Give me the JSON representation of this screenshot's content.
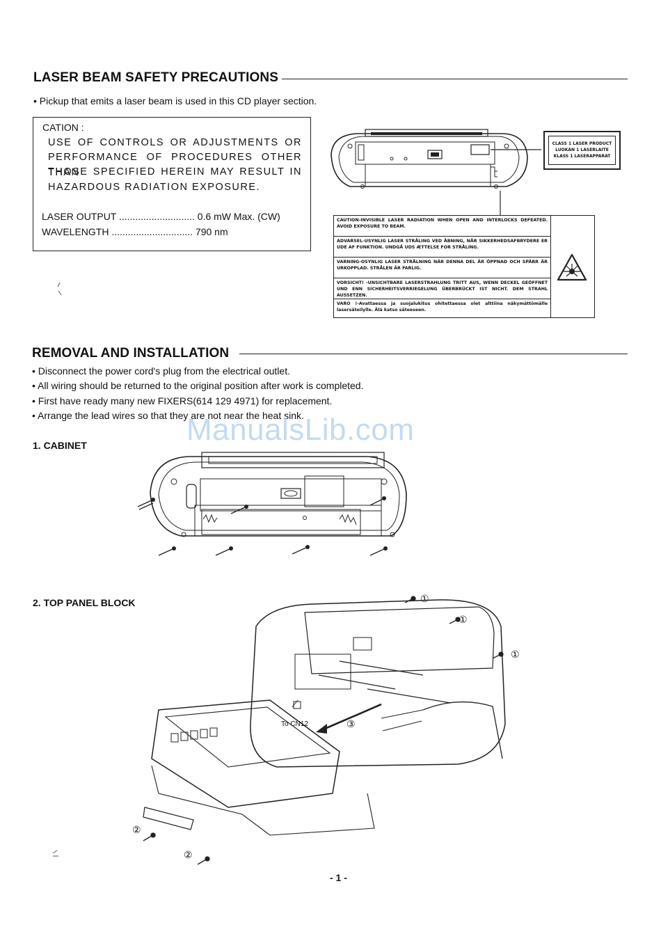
{
  "laser": {
    "title": "LASER BEAM SAFETY PRECAUTIONS",
    "intro": "• Pickup that emits a laser beam is used in this CD player section.",
    "caution_box": {
      "heading": "CATION :",
      "lines": [
        "USE OF CONTROLS OR ADJUSTMENTS OR",
        "PERFORMANCE OF PROCEDURES OTHER THAN",
        "THOSE SPECIFIED HEREIN MAY RESULT IN",
        "HAZARDOUS RADIATION EXPOSURE."
      ],
      "specs": [
        {
          "label": "LASER OUTPUT ............................",
          "value": "0.6 mW Max. (CW)"
        },
        {
          "label": "WAVELENGTH ..............................",
          "value": "790 nm"
        }
      ]
    },
    "label_sticker": [
      "CLASS 1 LASER PRODUCT",
      "LUOKAN 1 LASERLAITE",
      "KLASS 1 LASERAPPARAT"
    ],
    "warning_table": [
      "CAUTION-INVISIBLE LASER RADIATION WHEN OPEN AND INTERLOCKS DEFEATED. AVOID EXPOSURE TO BEAM.",
      "ADVARSEL-USYNLIG LASER STRÅLING VED ÅBNING, NÅR SIKKERHEDSAFBRYDERE ER UDE AF FUNKTION. UNDGÅ UDS ÆTTELSE FOR STRÅLING.",
      "VARNING-OSYNLIG LASER STRÅLNING NÄR DENNA DEL ÄR ÖPPNAD OCH SPÄRR ÄR URKOPPLAD. STRÅLEN ÄR FARLIG.",
      "VORSICHT! -UNSICHTBARE LASERSTRAHLUNG TRITT AUS, WENN DECKEL GEÖFFNET UND ENN SICHERHEITSVERRIEGELUNG ÜBERBRÜCKT IST NICHT. DEM STRAHL AUSSETZEN.",
      "VARO !-Avattaessa ja suojalukitus ohitettaessa olet alttiina näkymättömälle lasersäteilylle. Älä katso säteeseen."
    ]
  },
  "removal": {
    "title": "REMOVAL AND INSTALLATION",
    "bullets": [
      "• Disconnect the power cord's plug from the electrical outlet.",
      "• All wiring should be returned to the original position after work is completed.",
      "• First have ready many new FIXERS(614 129 4971) for replacement.",
      "• Arrange the lead wires so that they are not near the heat sink."
    ],
    "sections": [
      {
        "heading": "1. CABINET"
      },
      {
        "heading": "2. TOP PANEL BLOCK"
      }
    ],
    "callouts": {
      "one": "①",
      "two": "②",
      "three": "③",
      "to_cn12": "To CN12"
    }
  },
  "watermark": "ManualsLib.com",
  "page_number": "- 1 -"
}
